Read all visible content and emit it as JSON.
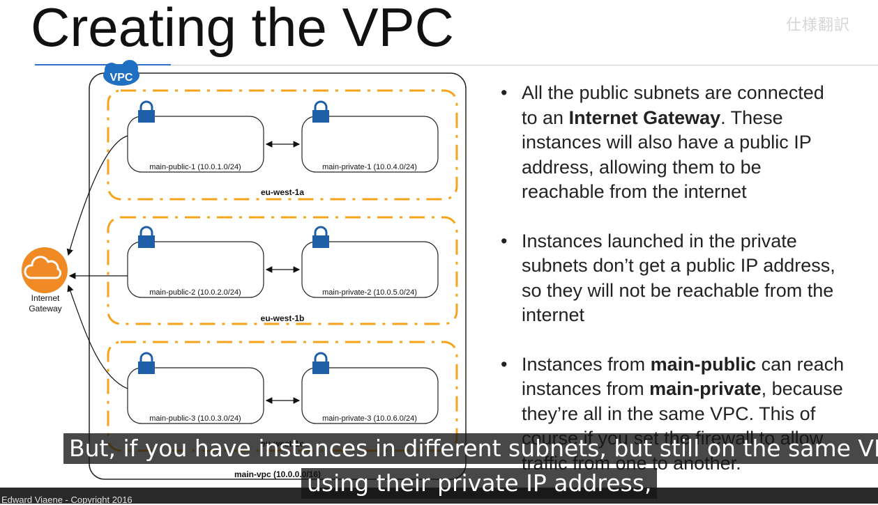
{
  "slide": {
    "title": "Creating the VPC",
    "watermark": "仕様翻訳",
    "footer": "Edward Viaene - Copyright 2016"
  },
  "diagram": {
    "vpc_badge": "VPC",
    "vpc_label": "main-vpc (10.0.0.0/16)",
    "gateway_label_line1": "Internet",
    "gateway_label_line2": "Gateway",
    "zones": [
      {
        "name": "eu-west-1a",
        "public": "main-public-1 (10.0.1.0/24)",
        "private": "main-private-1 (10.0.4.0/24)"
      },
      {
        "name": "eu-west-1b",
        "public": "main-public-2 (10.0.2.0/24)",
        "private": "main-private-2 (10.0.5.0/24)"
      },
      {
        "name": "eu-west-1c",
        "public": "main-public-3 (10.0.3.0/24)",
        "private": "main-private-3 (10.0.6.0/24)"
      }
    ]
  },
  "bullets": [
    {
      "lines": [
        [
          {
            "t": "All the public subnets are connected"
          }
        ],
        [
          {
            "t": "to an "
          },
          {
            "t": "Internet Gateway",
            "b": true
          },
          {
            "t": ". These"
          }
        ],
        [
          {
            "t": "instances will also have a public IP"
          }
        ],
        [
          {
            "t": "address, allowing them to be"
          }
        ],
        [
          {
            "t": "reachable from the internet"
          }
        ]
      ]
    },
    {
      "lines": [
        [
          {
            "t": "Instances launched in the private"
          }
        ],
        [
          {
            "t": "subnets don’t get a public IP address,"
          }
        ],
        [
          {
            "t": "so they will not be reachable from the"
          }
        ],
        [
          {
            "t": "internet"
          }
        ]
      ]
    },
    {
      "lines": [
        [
          {
            "t": "Instances from "
          },
          {
            "t": "main-public",
            "b": true
          },
          {
            "t": " can reach"
          }
        ],
        [
          {
            "t": "instances from "
          },
          {
            "t": "main-private",
            "b": true
          },
          {
            "t": ", because"
          }
        ],
        [
          {
            "t": "they’re all in the same VPC. This of"
          }
        ],
        [
          {
            "t": "course if you set the firewall to allow"
          }
        ],
        [
          {
            "t": "traffic from one to another."
          }
        ]
      ]
    }
  ],
  "subtitles": {
    "line1": "But, if you have instances in different subnets, but still on the same VPC",
    "line2": "using their private IP address,"
  },
  "colors": {
    "zone_border": "#f5a31a",
    "lock": "#1f5fa8",
    "gateway": "#f08a24",
    "vpc_badge": "#1f6fc2"
  }
}
